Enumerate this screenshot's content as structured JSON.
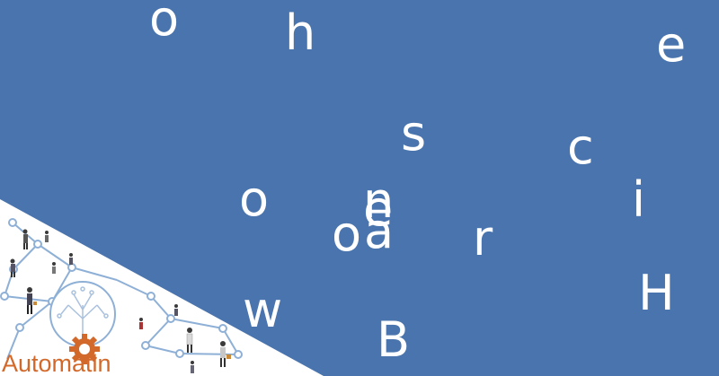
{
  "letters": [
    "o",
    "h",
    "e",
    "s",
    "c",
    "o",
    "n",
    "i",
    "e",
    "o",
    "a",
    "r",
    "H",
    "w",
    "B"
  ],
  "brand": {
    "name": "Automatin"
  },
  "colors": {
    "background": "#4a74ad",
    "letters": "#ffffff",
    "network_lines": "#8fb0d6",
    "brand": "#d2692a"
  },
  "icons": [
    "gear-icon",
    "network-graph",
    "person-figure"
  ]
}
